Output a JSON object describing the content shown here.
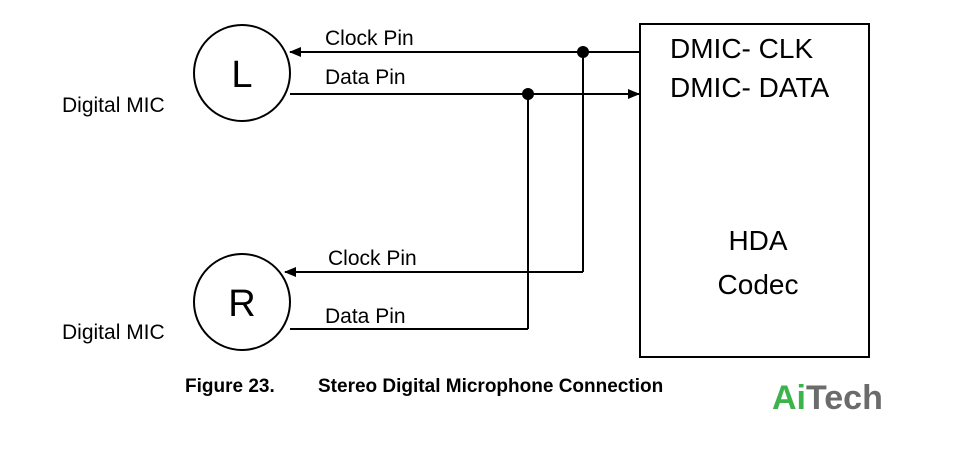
{
  "mics": {
    "left": {
      "letter": "L",
      "label": "Digital MIC",
      "clock_label": "Clock Pin",
      "data_label": "Data Pin"
    },
    "right": {
      "letter": "R",
      "label": "Digital MIC",
      "clock_label": "Clock Pin",
      "data_label": "Data Pin"
    }
  },
  "codec": {
    "pin_clk": "DMIC- CLK",
    "pin_data": "DMIC- DATA",
    "name_line1": "HDA",
    "name_line2": "Codec"
  },
  "caption": {
    "number": "Figure 23.",
    "title": "Stereo Digital Microphone Connection"
  },
  "watermark": {
    "part1": "Ai",
    "part2": "Tech"
  }
}
